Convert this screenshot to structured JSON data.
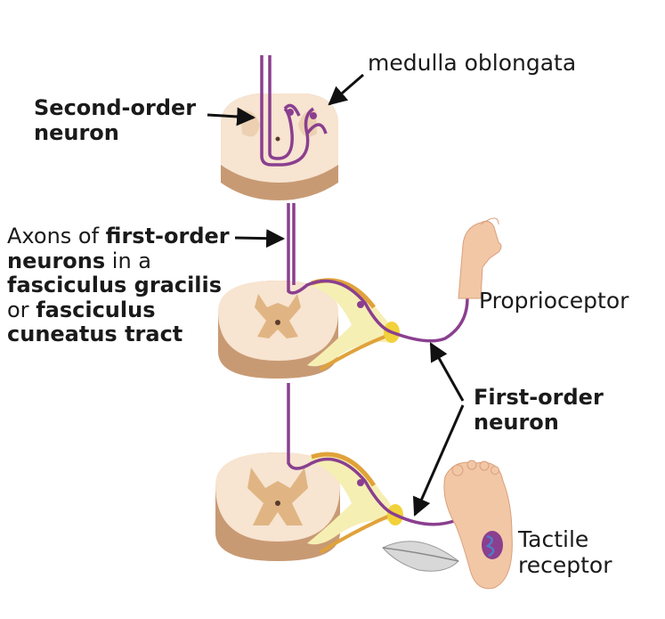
{
  "labels": {
    "medulla": "medulla oblongata",
    "second_order_line1": "Second-order",
    "second_order_line2": "neuron",
    "axons_1": "Axons of ",
    "axons_2": "first-order",
    "axons_3": "neurons",
    "axons_4": " in a",
    "axons_5": "fasciculus gracilis",
    "axons_6": "or ",
    "axons_7": "fasciculus",
    "axons_8": "cuneatus tract",
    "proprioceptor": "Proprioceptor",
    "first_order_line1": "First-order",
    "first_order_line2": "neuron",
    "tactile_line1": "Tactile",
    "tactile_line2": "receptor"
  },
  "colors": {
    "neuron": "#8a3f8f",
    "tissue": "#f7e4d1",
    "tissue_side": "#c89a74",
    "grey_matter": "#e0b583",
    "ganglion": "#f2d23a",
    "nerve_root": "#f6efb3"
  }
}
